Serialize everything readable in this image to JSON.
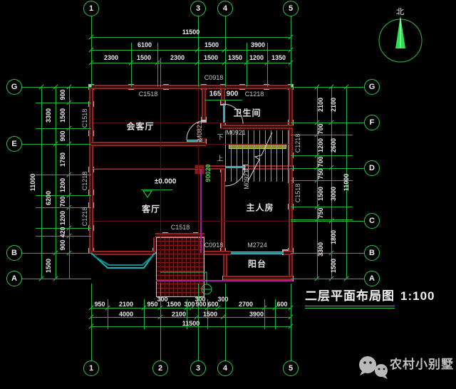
{
  "title": {
    "name": "二层平面布局图",
    "scale": "1:100"
  },
  "watermark": {
    "text": "农村小别墅"
  },
  "compass": {
    "label": "北"
  },
  "grid": {
    "top": [
      "1",
      "3",
      "4",
      "5"
    ],
    "bottom": [
      "1",
      "2",
      "3",
      "4",
      "5"
    ],
    "left": [
      "G",
      "E",
      "B",
      "A"
    ],
    "right": [
      "G",
      "F",
      "D",
      "C",
      "B",
      "A"
    ]
  },
  "dimensions": {
    "top": {
      "row1": [
        "11500"
      ],
      "row2": [
        "6100",
        "1500",
        "3900"
      ],
      "row3": [
        "2300",
        "1500",
        "2300",
        "1500",
        "1350",
        "1200",
        "1350"
      ]
    },
    "bottom": {
      "small": [
        "300",
        "300",
        "300"
      ],
      "row1": [
        "950",
        "2100",
        "950",
        "1500",
        "300",
        "900",
        "600",
        "2700",
        "600"
      ],
      "row2": [
        "4000",
        "2100",
        "1500",
        "3900"
      ],
      "row3": [
        "11500"
      ]
    },
    "left": {
      "fine": [
        "900",
        "1500",
        "900",
        "1780",
        "1200",
        "700",
        "1200",
        "420",
        "900"
      ],
      "mid": [
        "3300",
        "6200",
        "1500"
      ],
      "outer": [
        "11000"
      ]
    },
    "right": {
      "fine": [
        "2100",
        "700",
        "1200",
        "700",
        "750",
        "1500",
        "750",
        "3300"
      ],
      "mid": [
        "2100",
        "2600",
        "3000",
        "1800",
        "1500"
      ],
      "outer": [
        "11000"
      ]
    }
  },
  "rooms": {
    "reception": "会客厅",
    "bathroom": "卫生间",
    "living": "客厅",
    "master": "主人房",
    "balcony": "阳台"
  },
  "openings": {
    "c1518": "C1518",
    "c0918": "C0918",
    "c1218": "C1218",
    "m0821": "M0821",
    "m0921": "M0921",
    "m2724": "M2724"
  },
  "annotations": {
    "elevation": "±0.000",
    "dim165": "165",
    "dim900": "900",
    "dim90020": "90020",
    "up": "上",
    "down": "下"
  }
}
